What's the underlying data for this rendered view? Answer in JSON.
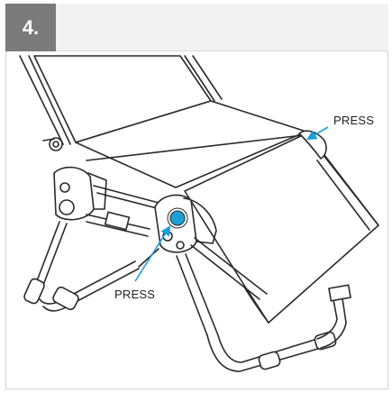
{
  "step": {
    "number": "4."
  },
  "labels": {
    "press_top": "PRESS",
    "press_bottom": "PRESS"
  },
  "colors": {
    "accent": "#1a9fd6",
    "badge": "#7b7b7b",
    "header": "#f2f2f2",
    "line": "#2a2a2a"
  },
  "icons": {
    "arrow": "arrow-icon",
    "press_button": "press-button-icon"
  }
}
